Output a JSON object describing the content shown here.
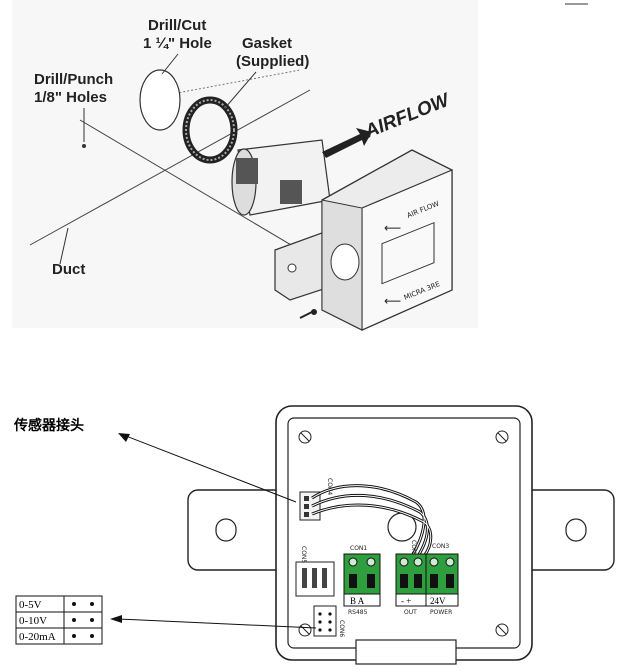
{
  "top_figure": {
    "labels": {
      "drill_cut": [
        "Drill/Cut",
        "1 ¼\" Hole"
      ],
      "gasket": [
        "Gasket",
        "(Supplied)"
      ],
      "drill_punch": [
        "Drill/Punch",
        "1/8\" Holes"
      ],
      "duct": "Duct",
      "airflow": "AIRFLOW"
    },
    "device_face_text": [
      "AIR FLOW",
      "MICRA 3RE"
    ]
  },
  "bottom_figure": {
    "sensor_connector_label": "传感器接头",
    "board_text": {
      "con1": "CON1",
      "con2": "CON2",
      "con3": "CON3",
      "con4": "CON4",
      "con5": "CON5",
      "con6": "CON6",
      "rs485_pins": "B  A",
      "rs485": "RS485",
      "out_pins": "-  +",
      "out": "OUT",
      "power_pins": "24V",
      "power": "POWER"
    },
    "jumper_table": [
      {
        "range": "0-5V"
      },
      {
        "range": "0-10V"
      },
      {
        "range": "0-20mA"
      }
    ],
    "colors": {
      "terminal_green": "#2e9e3e",
      "line": "#111111"
    }
  }
}
